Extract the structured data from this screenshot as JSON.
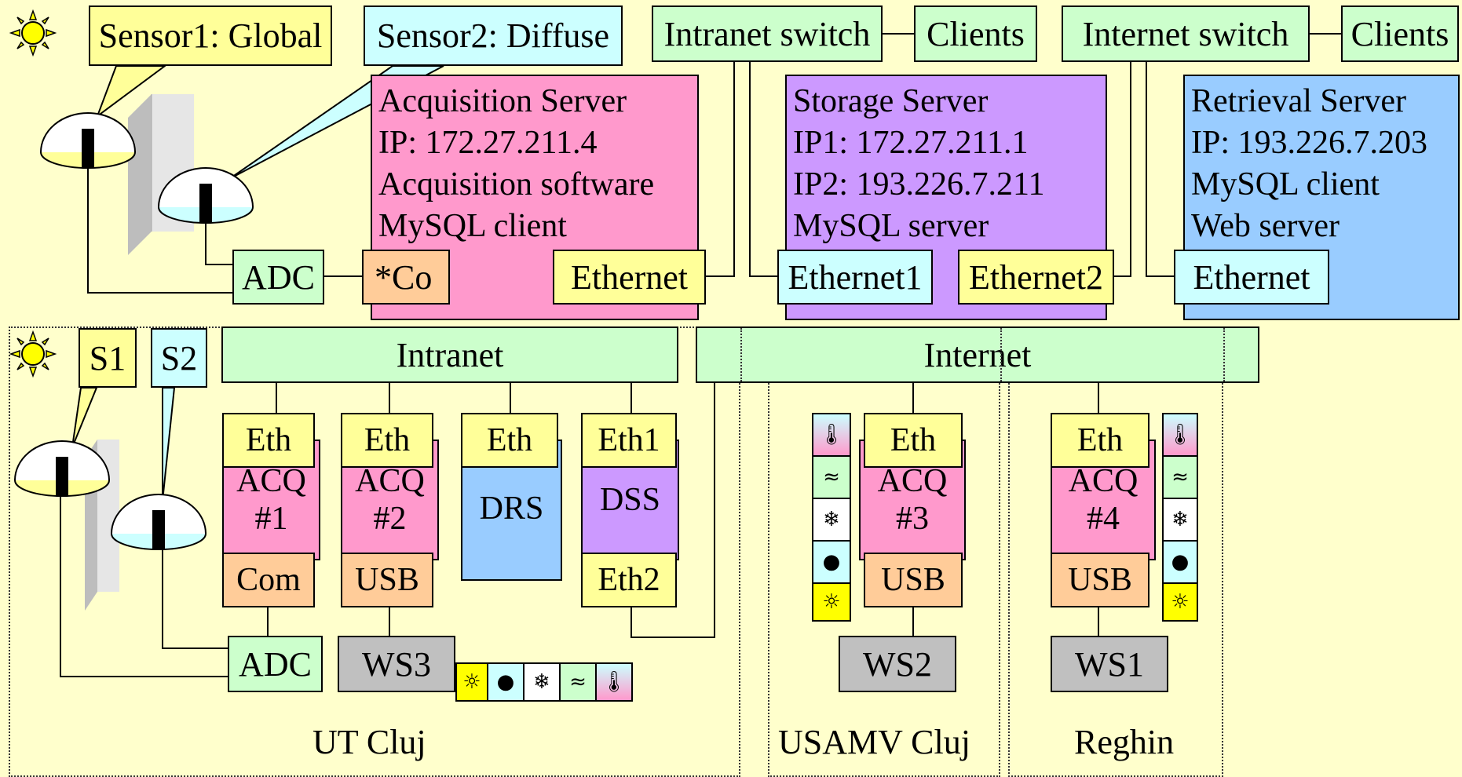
{
  "colors": {
    "background": "#ffffcc",
    "switch_green": "#ccffcc",
    "sensor_yellow": "#ffff99",
    "sensor_cyan": "#ccffff",
    "acquisition_pink": "#ff99cc",
    "storage_purple": "#cc99ff",
    "retrieval_blue": "#99ccff",
    "interface_orange": "#ffcc99",
    "station_gray": "#c0c0c0"
  },
  "top": {
    "sensor1_callout": "Sensor1: Global",
    "sensor2_callout": "Sensor2: Diffuse",
    "intranet_switch": "Intranet switch",
    "intranet_clients": "Clients",
    "internet_switch": "Internet switch",
    "internet_clients": "Clients",
    "acquisition_server": {
      "title": "Acquisition Server",
      "ip": "IP: 172.27.211.4",
      "software": "Acquisition software",
      "client": "MySQL client",
      "com_port": "*Co",
      "ethernet": "Ethernet"
    },
    "adc": "ADC",
    "storage_server": {
      "title": "Storage Server",
      "ip1": "IP1: 172.27.211.1",
      "ip2": "IP2: 193.226.7.211",
      "server": "MySQL server",
      "ethernet1": "Ethernet1",
      "ethernet2": "Ethernet2"
    },
    "retrieval_server": {
      "title": "Retrieval Server",
      "ip": "IP: 193.226.7.203",
      "client": "MySQL client",
      "web": "Web server",
      "ethernet": "Ethernet"
    }
  },
  "bottom": {
    "s1_callout": "S1",
    "s2_callout": "S2",
    "intranet_bar": "Intranet",
    "internet_bar": "Internet",
    "acq1": {
      "eth": "Eth",
      "line1": "ACQ",
      "line2": "#1",
      "port": "Com"
    },
    "acq2": {
      "eth": "Eth",
      "line1": "ACQ",
      "line2": "#2",
      "port": "USB"
    },
    "drs": {
      "eth": "Eth",
      "label": "DRS"
    },
    "dss": {
      "eth1": "Eth1",
      "label": "DSS",
      "eth2": "Eth2"
    },
    "acq3": {
      "eth": "Eth",
      "line1": "ACQ",
      "line2": "#3",
      "port": "USB"
    },
    "acq4": {
      "eth": "Eth",
      "line1": "ACQ",
      "line2": "#4",
      "port": "USB"
    },
    "adc": "ADC",
    "ws3": "WS3",
    "ws2": "WS2",
    "ws1": "WS1",
    "site_ut": "UT Cluj",
    "site_usamv": "USAMV Cluj",
    "site_reghin": "Reghin"
  },
  "icons": {
    "sun": "sun-icon",
    "rain": "rain-drop-icon",
    "snow": "snowflake-icon",
    "wind": "wind-icon",
    "temperature": "thermometer-icon"
  }
}
